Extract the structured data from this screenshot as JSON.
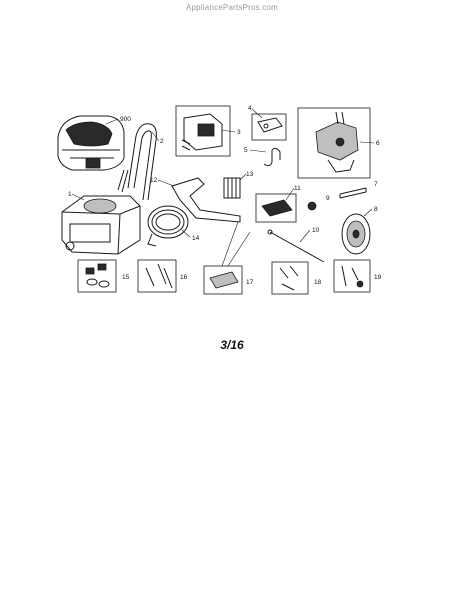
{
  "watermark": "AppliancePartsPros.com",
  "page_number": "3/16",
  "callouts": {
    "c900": "900",
    "c1": "1",
    "c2": "2",
    "c3": "3",
    "c4": "4",
    "c5": "5",
    "c6": "6",
    "c7": "7",
    "c8": "8",
    "c9": "9",
    "c10": "10",
    "c11": "11",
    "c12": "12",
    "c13": "13",
    "c14": "14",
    "c15": "15",
    "c16": "16",
    "c17": "17",
    "c18": "18",
    "c19": "19"
  }
}
